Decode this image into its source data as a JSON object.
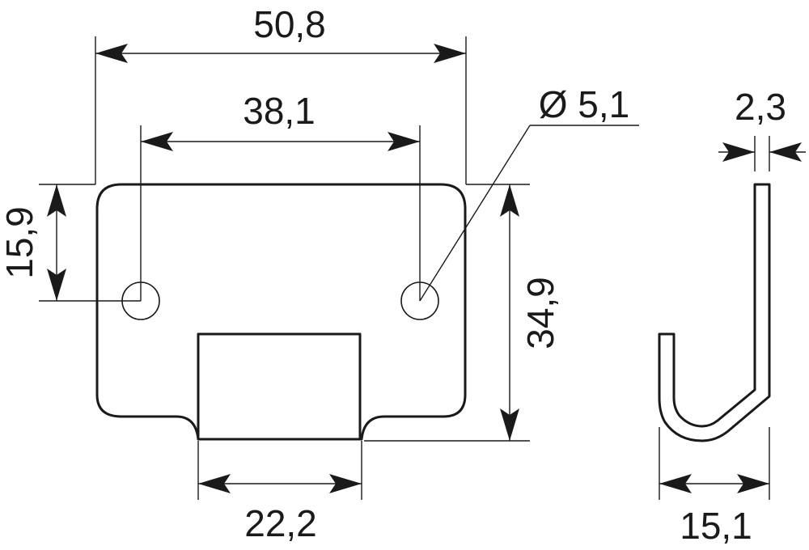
{
  "dimensions": {
    "overall_width": "50,8",
    "hole_spacing": "38,1",
    "hole_diameter": "Ø 5,1",
    "hole_height": "15,9",
    "overall_height": "34,9",
    "tab_width": "22,2",
    "thickness": "2,3",
    "hook_depth": "15,1"
  },
  "colors": {
    "line": "#1a1a1a",
    "background": "#ffffff"
  }
}
